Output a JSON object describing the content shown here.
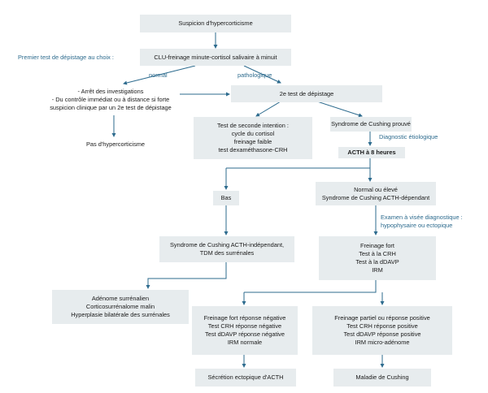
{
  "colors": {
    "box_fill": "#e7ecee",
    "arrow": "#2d6b8e",
    "label_text": "#2d6b8e",
    "box_text": "#1a1a1a"
  },
  "nodes": {
    "suspicion": [
      "Suspicion d'hypercorticisme"
    ],
    "screening": [
      "CLU-freinage minute-cortisol salivaire à minuit"
    ],
    "stop": [
      "- Arrêt des investigations",
      "- Du contrôle immédiat ou à distance si forte",
      "suspicion clinique par un 2e test de dépistage"
    ],
    "second_test": [
      "2e test de dépistage"
    ],
    "no_hyper": [
      "Pas d'hypercorticisme"
    ],
    "second_line": [
      "Test de seconde intention :",
      "cycle du cortisol",
      "freinage faible",
      "test dexaméthasone-CRH"
    ],
    "cushing_proven": [
      "Syndrome de Cushing prouvé"
    ],
    "acth8": [
      "ACTH à 8 heures"
    ],
    "low": [
      "Bas"
    ],
    "normal_high": [
      "Normal ou élevé",
      "Syndrome de Cushing ACTH-dépendant"
    ],
    "acth_indep": [
      "Syndrome de Cushing ACTH-indépendant,",
      "TDM des surrénales"
    ],
    "tests": [
      "Freinage fort",
      "Test à la CRH",
      "Test à la dDAVP",
      "IRM"
    ],
    "adrenal": [
      "Adénome surrénalien",
      "Corticosurrénalome malin",
      "Hyperplasie bilatérale des surrénales"
    ],
    "negative": [
      "Freinage fort réponse négative",
      "Test CRH réponse négative",
      "Test dDAVP réponse négative",
      "IRM normale"
    ],
    "positive": [
      "Freinage partiel ou réponse positive",
      "Test CRH réponse positive",
      "Test dDAVP réponse positive",
      "IRM micro-adénome"
    ],
    "ectopic": [
      "Sécrétion ectopique d'ACTH"
    ],
    "cushing_disease": [
      "Maladie de Cushing"
    ]
  },
  "labels": {
    "first_test": [
      "Premier test de dépistage au choix :"
    ],
    "normal": [
      "normal"
    ],
    "pathologic": [
      "pathologique"
    ],
    "etiologic": [
      "Diagnostic étiologique"
    ],
    "imaging": [
      "Examen à visée diagnostique :",
      "hypophysaire ou ectopique"
    ]
  }
}
